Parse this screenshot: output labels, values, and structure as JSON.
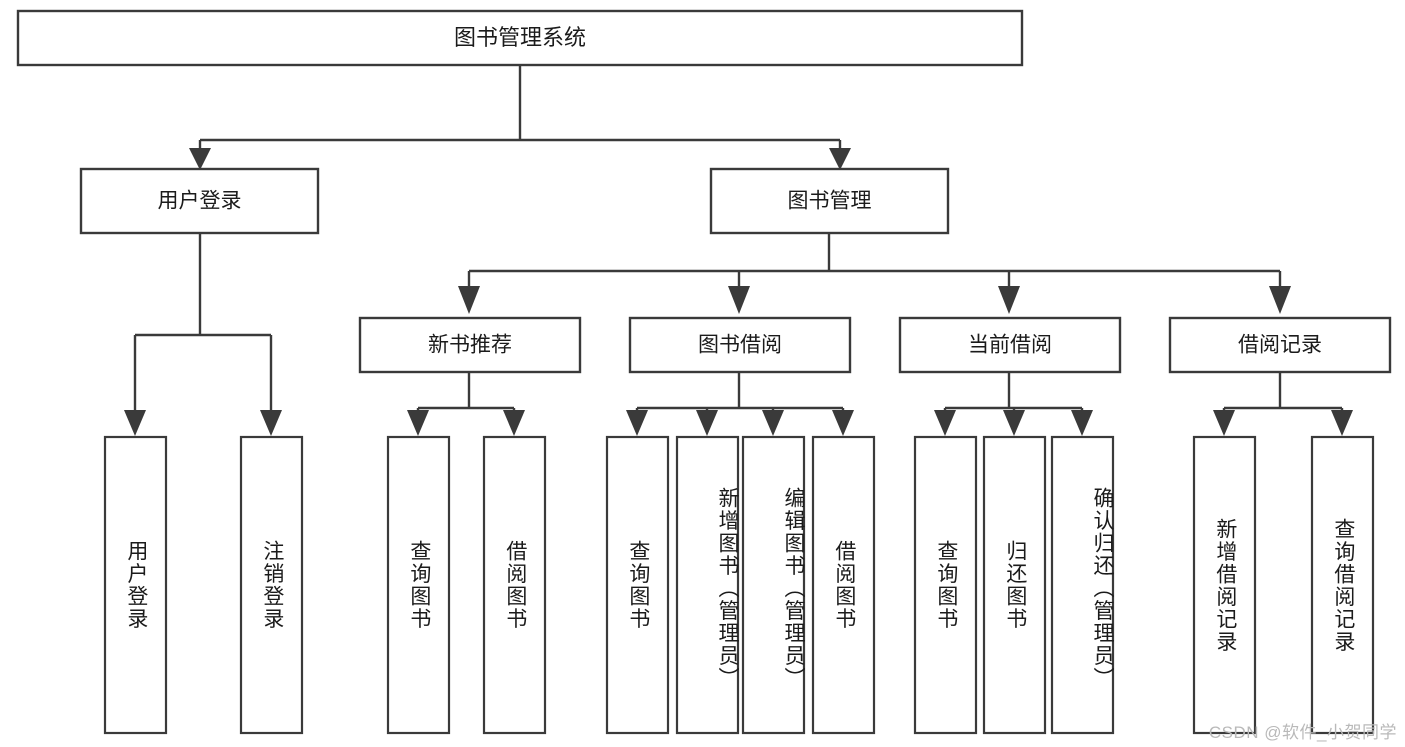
{
  "diagram": {
    "type": "tree",
    "title": "图书管理系统",
    "orientation": "top-down",
    "colors": {
      "box_stroke": "#3a3a3a",
      "box_fill": "#ffffff",
      "edge": "#3a3a3a",
      "text": "#1b1b1b",
      "background": "#ffffff",
      "watermark": "#b9b9b9"
    },
    "levels": {
      "root": {
        "label": "图书管理系统"
      },
      "level2": [
        {
          "label": "用户登录"
        },
        {
          "label": "图书管理"
        }
      ],
      "level3": [
        {
          "label": "新书推荐"
        },
        {
          "label": "图书借阅"
        },
        {
          "label": "当前借阅"
        },
        {
          "label": "借阅记录"
        }
      ],
      "leaves": {
        "user_login": [
          {
            "label": "用户登录"
          },
          {
            "label": "注销登录"
          }
        ],
        "new_book_recommend": [
          {
            "label": "查询图书"
          },
          {
            "label": "借阅图书"
          }
        ],
        "book_borrow": [
          {
            "label": "查询图书"
          },
          {
            "label": "新增图书（管理员）"
          },
          {
            "label": "编辑图书（管理员）"
          },
          {
            "label": "借阅图书"
          }
        ],
        "current_borrow": [
          {
            "label": "查询图书"
          },
          {
            "label": "归还图书"
          },
          {
            "label": "确认归还（管理员）"
          }
        ],
        "borrow_record": [
          {
            "label": "新增借阅记录"
          },
          {
            "label": "查询借阅记录"
          }
        ]
      }
    }
  },
  "watermark": {
    "text": "CSDN @软件_小贺同学"
  }
}
